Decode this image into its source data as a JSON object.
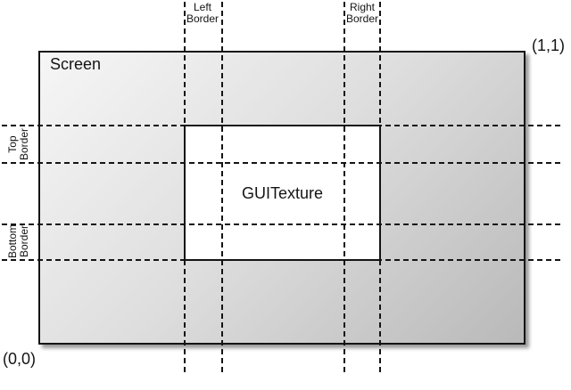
{
  "diagram": {
    "screen": {
      "label": "Screen"
    },
    "texture": {
      "label": "GUITexture"
    },
    "coordinates": {
      "origin": "(0,0)",
      "top_right": "(1,1)"
    },
    "borders": {
      "left": "Left\nBorder",
      "right": "Right\nBorder",
      "top": "Top\nBorder",
      "bottom": "Bottom\nBorder"
    },
    "colors": {
      "line": "#141414",
      "screen_fill_light": "#f6f6f6",
      "screen_fill_mid": "#dedede",
      "screen_fill_dark": "#b9b9b9",
      "texture_fill": "#ffffff",
      "page_background": "#ffffff"
    }
  }
}
